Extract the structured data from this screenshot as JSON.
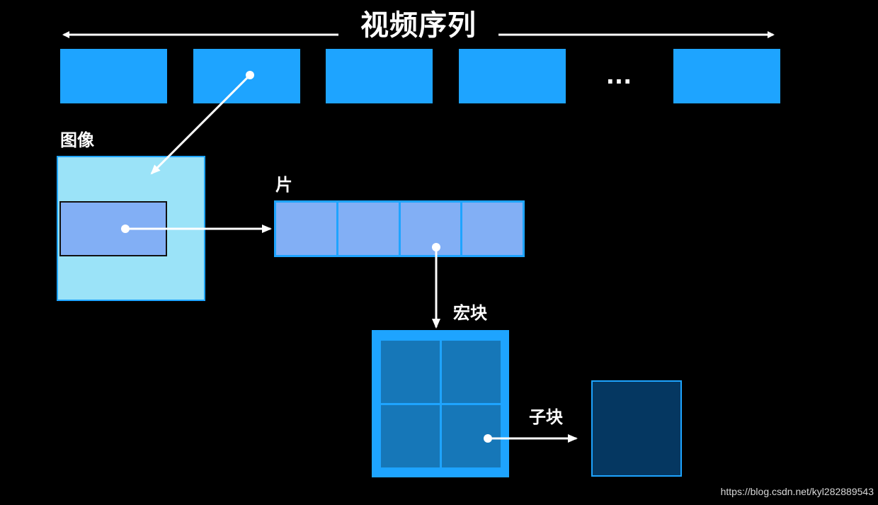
{
  "title": "视频序列",
  "ellipsis": "...",
  "labels": {
    "image": "图像",
    "slice": "片",
    "macroblock": "宏块",
    "subblock": "子块"
  },
  "watermark": "https://blog.csdn.net/kyl282889543",
  "colors": {
    "background": "#000000",
    "frame": "#1ea4ff",
    "image_fill": "#9be3f8",
    "slice_fill": "#82aff5",
    "macroblock_cell": "#1677b8",
    "subblock_fill": "#053761",
    "arrow": "#ffffff"
  }
}
